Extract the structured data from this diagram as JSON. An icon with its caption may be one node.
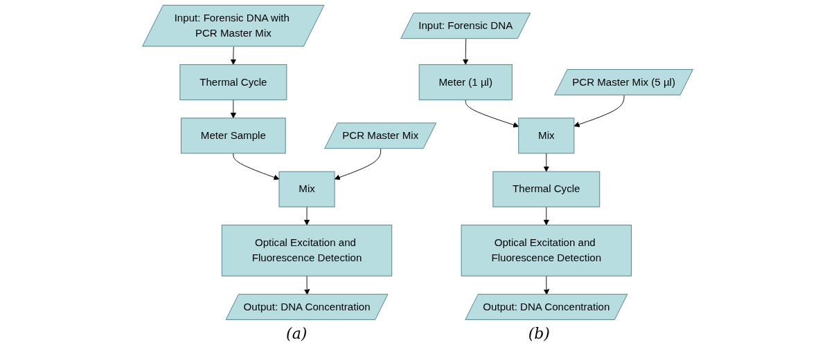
{
  "diagram": {
    "nodes": [
      {
        "text": [
          "Input: Forensic DNA with PCR Master Mix"
        ]
      },
      {
        "text": [
          "Thermal Cycle"
        ]
      },
      {
        "text": [
          "Meter Sample"
        ]
      },
      {
        "text": [
          "PCR Master Mix"
        ]
      },
      {
        "text": [
          "Mix"
        ]
      },
      {
        "text": [
          "Optical Excitation and Fluorescence Detection"
        ]
      },
      {
        "text": [
          "Output: DNA Concentration"
        ]
      },
      {
        "text": [
          "Input: Forensic DNA"
        ]
      },
      {
        "text": [
          "Meter (1 µl)"
        ]
      },
      {
        "text": [
          "PCR Master Mix (5 µl)"
        ]
      },
      {
        "text": [
          "Mix"
        ]
      },
      {
        "text": [
          "Thermal Cycle"
        ]
      },
      {
        "text": [
          "Optical Excitation and Fluorescence Detection"
        ]
      },
      {
        "text": [
          "Output: DNA Concentration"
        ]
      }
    ],
    "edges": [
      {
        "from": 0,
        "to": 1,
        "arrow": "to"
      },
      {
        "from": 1,
        "to": 2,
        "arrow": "to"
      },
      {
        "from": 2,
        "to": 4,
        "arrow": "to"
      },
      {
        "from": 3,
        "to": 4,
        "arrow": "to"
      },
      {
        "from": 4,
        "to": 5,
        "arrow": "to"
      },
      {
        "from": 5,
        "to": 6,
        "arrow": "to"
      },
      {
        "from": 7,
        "to": 8,
        "arrow": "to"
      },
      {
        "from": 8,
        "to": 10,
        "arrow": "to"
      },
      {
        "from": 9,
        "to": 10,
        "arrow": "to"
      },
      {
        "from": 10,
        "to": 11,
        "arrow": "to"
      },
      {
        "from": 11,
        "to": 12,
        "arrow": "to"
      },
      {
        "from": 12,
        "to": 13,
        "arrow": "to"
      }
    ],
    "labels": [
      "(a)",
      "(b)"
    ]
  }
}
